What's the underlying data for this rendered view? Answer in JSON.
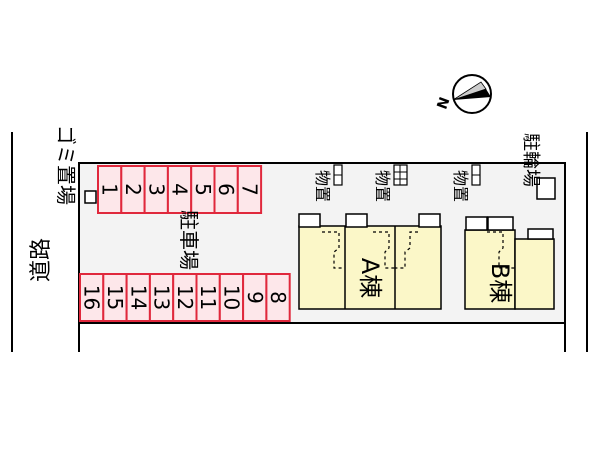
{
  "road": {
    "label": "道路"
  },
  "garbage": {
    "label": "ゴミ置場"
  },
  "parking": {
    "label": "駐車場",
    "top_row": [
      "1",
      "2",
      "3",
      "4",
      "5",
      "6",
      "7"
    ],
    "bottom_row": [
      "16",
      "15",
      "14",
      "13",
      "12",
      "11",
      "10",
      "9",
      "8"
    ]
  },
  "bike_parking": {
    "label": "駐輪場"
  },
  "storage": {
    "label": "物置"
  },
  "buildings": [
    {
      "label": "A棟"
    },
    {
      "label": "B棟"
    }
  ],
  "compass": {
    "north_label": "N"
  },
  "colors": {
    "lot": "#f3f3f3",
    "parking_fill": "#fde7ea",
    "parking_stroke": "#e0283c",
    "building_fill": "#fbf7c8",
    "line": "#000000"
  }
}
